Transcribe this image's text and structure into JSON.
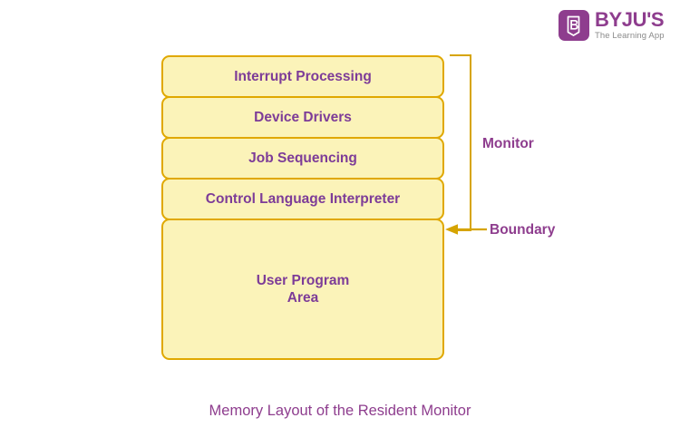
{
  "brand": {
    "mark_icon": "byjus-book-b-icon",
    "wordmark": "BYJU'S",
    "tagline": "The Learning App",
    "color": "#8e3d8e",
    "tagline_color": "#8a8a8a"
  },
  "diagram": {
    "caption": "Memory Layout of the Resident Monitor",
    "block_fill": "#fbf3b9",
    "block_border": "#e0a800",
    "block_text_color": "#7d3c98",
    "annotation_color": "#8e3d8e",
    "connector_color": "#d6a400",
    "blocks": [
      {
        "label": "Interrupt Processing",
        "part_of": "monitor"
      },
      {
        "label": "Device Drivers",
        "part_of": "monitor"
      },
      {
        "label": "Job Sequencing",
        "part_of": "monitor"
      },
      {
        "label": "Control Language Interpreter",
        "part_of": "monitor"
      },
      {
        "label": "User Program\nArea",
        "line1": "User Program",
        "line2": "Area",
        "part_of": "user"
      }
    ],
    "annotations": {
      "monitor": {
        "label": "Monitor",
        "type": "bracket",
        "spans_blocks": [
          "Interrupt Processing",
          "Device Drivers",
          "Job Sequencing",
          "Control Language Interpreter"
        ]
      },
      "boundary": {
        "label": "Boundary",
        "type": "arrow",
        "points_to": "edge between Control Language Interpreter and User Program Area"
      }
    }
  }
}
